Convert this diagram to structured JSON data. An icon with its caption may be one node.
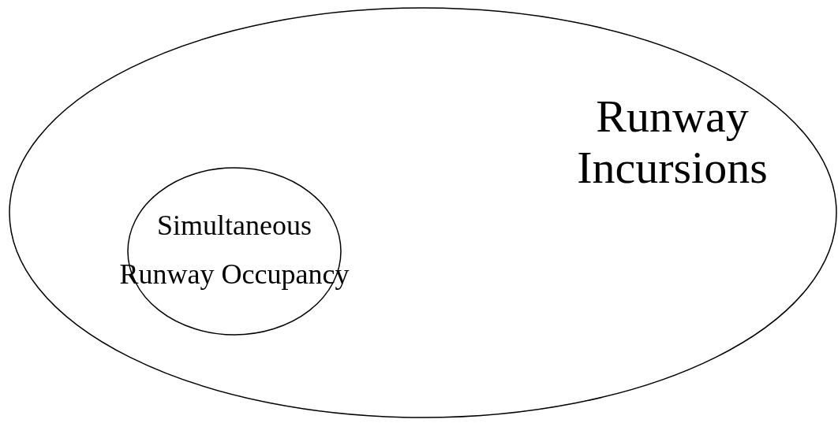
{
  "diagram": {
    "nodes": [
      {
        "text": [
          "Runway Incursions"
        ]
      },
      {
        "text": [
          "Simultaneous Runway Occupancy"
        ],
        "in": 0
      }
    ]
  }
}
